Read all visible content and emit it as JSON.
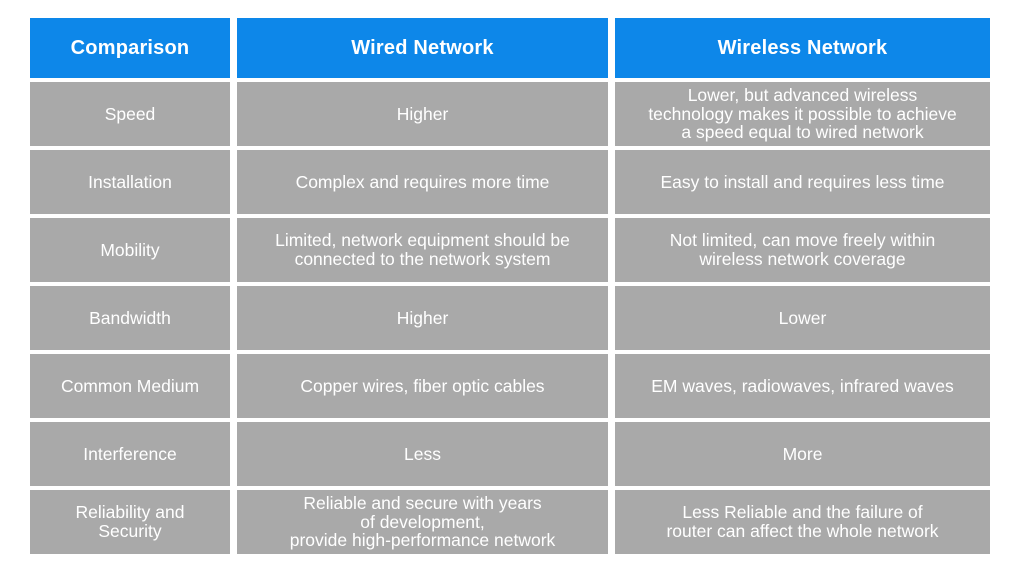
{
  "colors": {
    "header_bg": "#0d87e9",
    "row_bg": "#a9a9a9",
    "cell_text": "#ffffff",
    "page_bg": "#ffffff"
  },
  "table": {
    "header": {
      "comparison": "Comparison",
      "wired": "Wired Network",
      "wireless": "Wireless Network"
    },
    "rows": [
      {
        "feature": "Speed",
        "wired": "Higher",
        "wireless": "Lower, but advanced wireless\ntechnology makes it possible to achieve\na speed equal to wired network"
      },
      {
        "feature": "Installation",
        "wired": "Complex and requires more time",
        "wireless": "Easy to install and requires less time"
      },
      {
        "feature": "Mobility",
        "wired": "Limited, network equipment should be\nconnected to the network system",
        "wireless": "Not limited, can move freely within\nwireless network coverage"
      },
      {
        "feature": "Bandwidth",
        "wired": "Higher",
        "wireless": "Lower"
      },
      {
        "feature": "Common Medium",
        "wired": "Copper wires, fiber optic cables",
        "wireless": "EM waves, radiowaves, infrared waves"
      },
      {
        "feature": "Interference",
        "wired": "Less",
        "wireless": "More"
      },
      {
        "feature": "Reliability and\nSecurity",
        "wired": "Reliable and secure with years\nof development,\nprovide high-performance network",
        "wireless": "Less Reliable and the failure of\nrouter can affect the whole network"
      }
    ]
  }
}
